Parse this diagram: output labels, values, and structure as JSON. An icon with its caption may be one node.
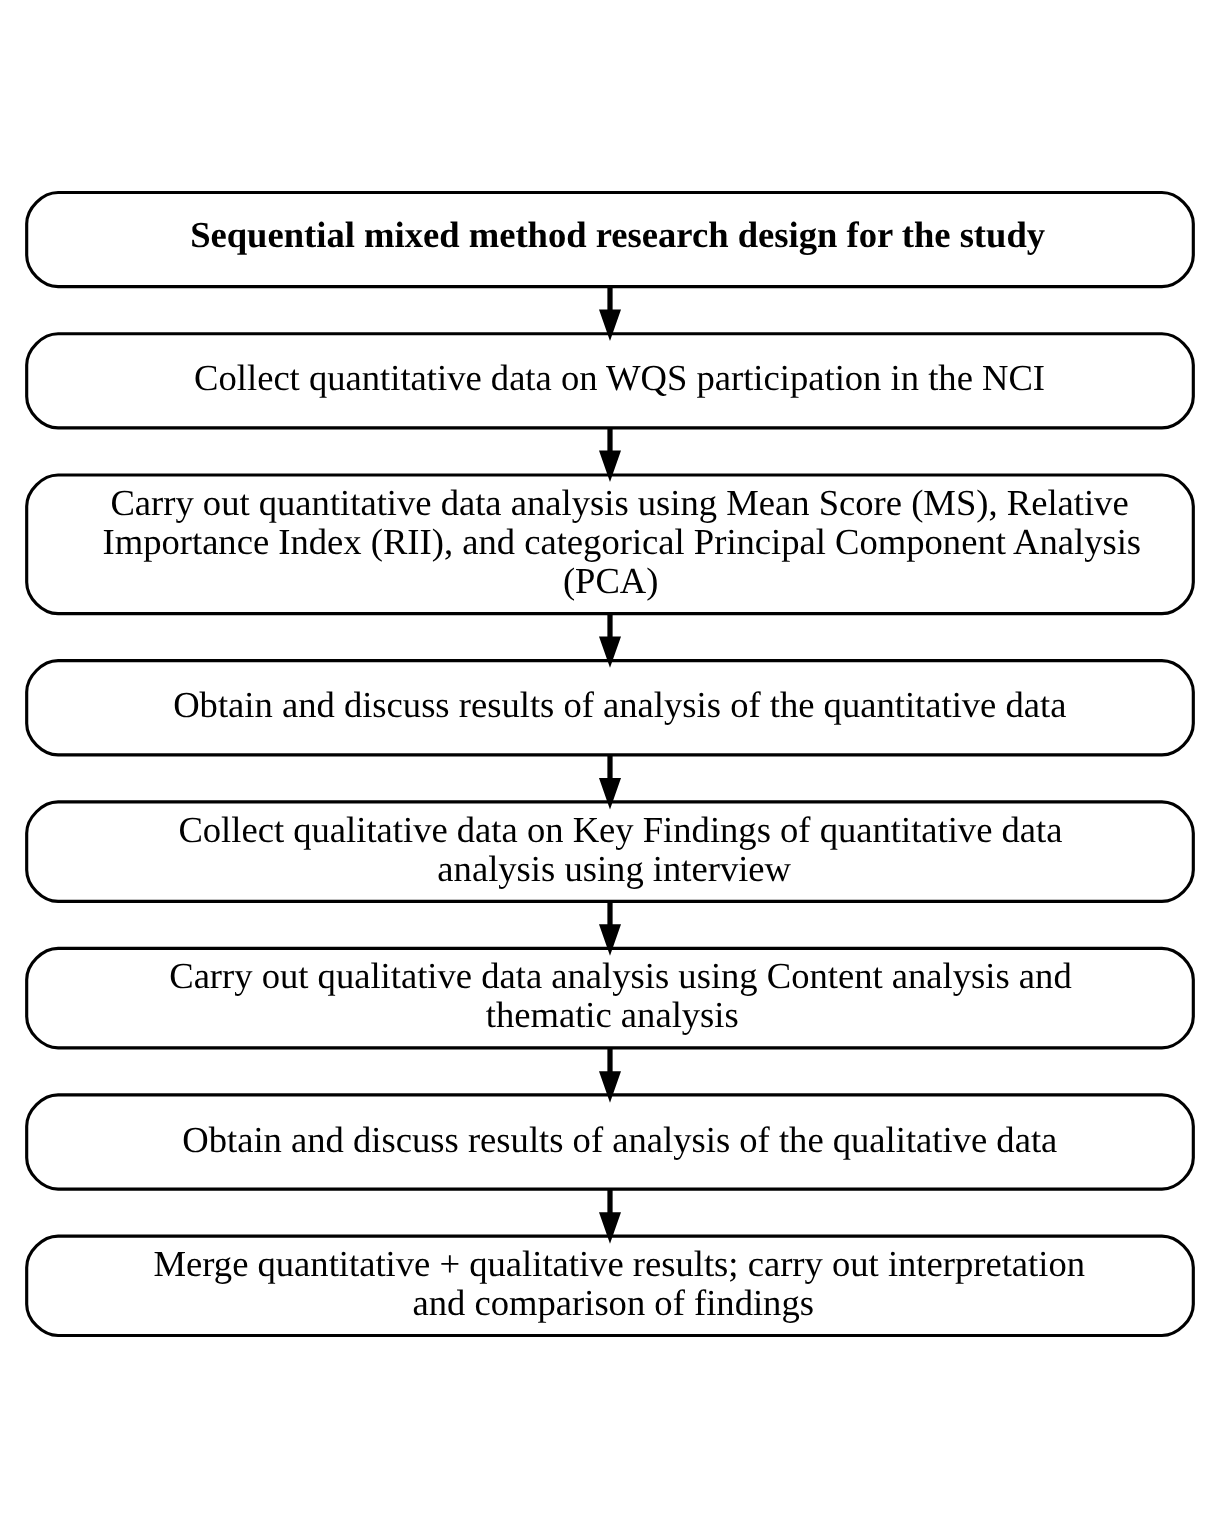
{
  "diagram": {
    "nodes": [
      {
        "text": [
          "Sequential mixed method research design for the study"
        ]
      },
      {
        "text": [
          "Collect quantitative data on WQS participation in the NCI"
        ]
      },
      {
        "text": [
          "Carry out quantitative data analysis using Mean Score (MS), Relative Importance Index (RII), and categorical Principal Component Analysis (PCA)"
        ]
      },
      {
        "text": [
          "Obtain and discuss results of analysis of the quantitative data"
        ]
      },
      {
        "text": [
          "Collect qualitative data on Key Findings of quantitative data analysis using interview"
        ]
      },
      {
        "text": [
          "Carry out qualitative data analysis using Content analysis and thematic analysis"
        ]
      },
      {
        "text": [
          "Obtain and discuss results of analysis of the qualitative data"
        ]
      },
      {
        "text": [
          "Merge quantitative + qualitative results; carry out interpretation and comparison of findings"
        ]
      }
    ],
    "edges": [
      {
        "from": 0,
        "to": 1,
        "arrow": "to"
      },
      {
        "from": 1,
        "to": 2,
        "arrow": "to"
      },
      {
        "from": 2,
        "to": 3,
        "arrow": "to"
      },
      {
        "from": 3,
        "to": 4,
        "arrow": "to"
      },
      {
        "from": 4,
        "to": 5,
        "arrow": "to"
      },
      {
        "from": 5,
        "to": 6,
        "arrow": "to"
      },
      {
        "from": 6,
        "to": 7,
        "arrow": "to"
      }
    ]
  }
}
